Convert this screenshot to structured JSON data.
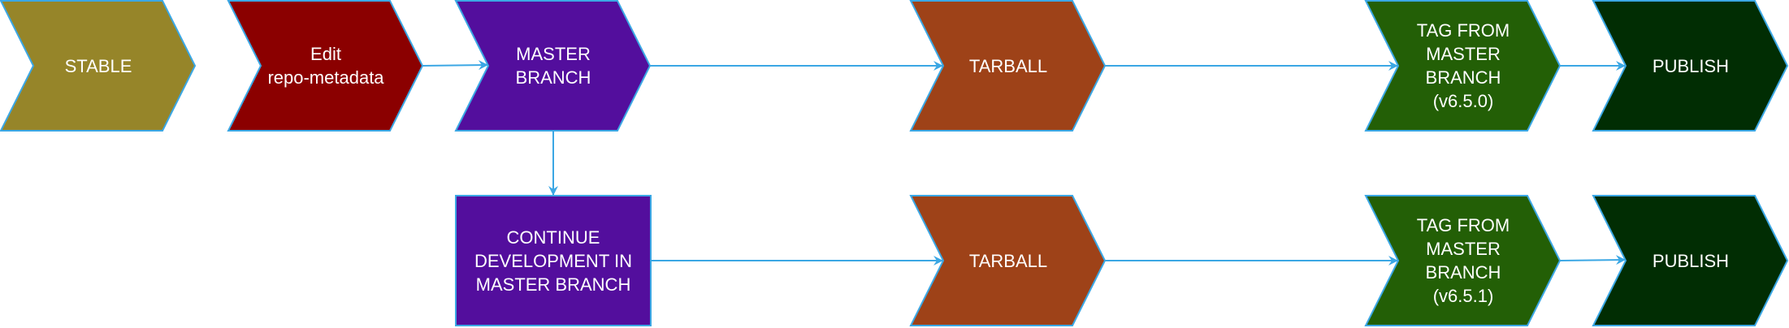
{
  "row1": {
    "stable": "STABLE",
    "edit": "Edit\nrepo-metadata",
    "master_branch": "MASTER\nBRANCH",
    "tarball": "TARBALL",
    "tag": "TAG FROM\nMASTER\nBRANCH\n(v6.5.0)",
    "publish": "PUBLISH"
  },
  "row2": {
    "continue": "CONTINUE\nDEVELOPMENT IN\nMASTER BRANCH",
    "tarball": "TARBALL",
    "tag": "TAG FROM\nMASTER\nBRANCH\n(v6.5.1)",
    "publish": "PUBLISH"
  },
  "colors": {
    "stable": "#968529",
    "edit": "#8b0000",
    "master": "#530e9d",
    "tarball": "#9e4218",
    "tag": "#235f06",
    "publish": "#012d03",
    "stroke": "#3ba7e4"
  }
}
